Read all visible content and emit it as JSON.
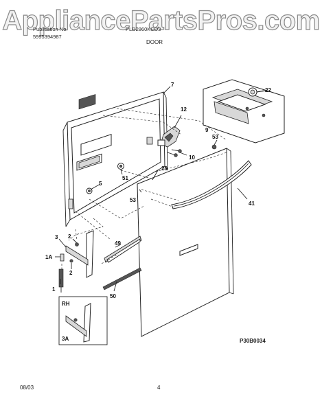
{
  "watermark": "AppliancePartsPros.com",
  "header": {
    "publication_label": "Publication No.",
    "publication_number": "5995394987",
    "model_label": "PLD2860KCD3",
    "section_title": "DOOR"
  },
  "callouts": {
    "c7": "7",
    "c12": "12",
    "c10": "10",
    "c53a": "53",
    "c20": "20",
    "c5": "5",
    "c51": "51",
    "c53b": "53",
    "c41": "41",
    "c3": "3",
    "c2a": "2",
    "c1a": "1A",
    "c49": "49",
    "c2b": "2",
    "c1": "1",
    "c50": "50",
    "c22": "22",
    "c9": "9",
    "c3a": "3A"
  },
  "inset_label": "RH",
  "diagram_code": "P30B0034",
  "footer": {
    "date": "08/03",
    "page": "4"
  }
}
